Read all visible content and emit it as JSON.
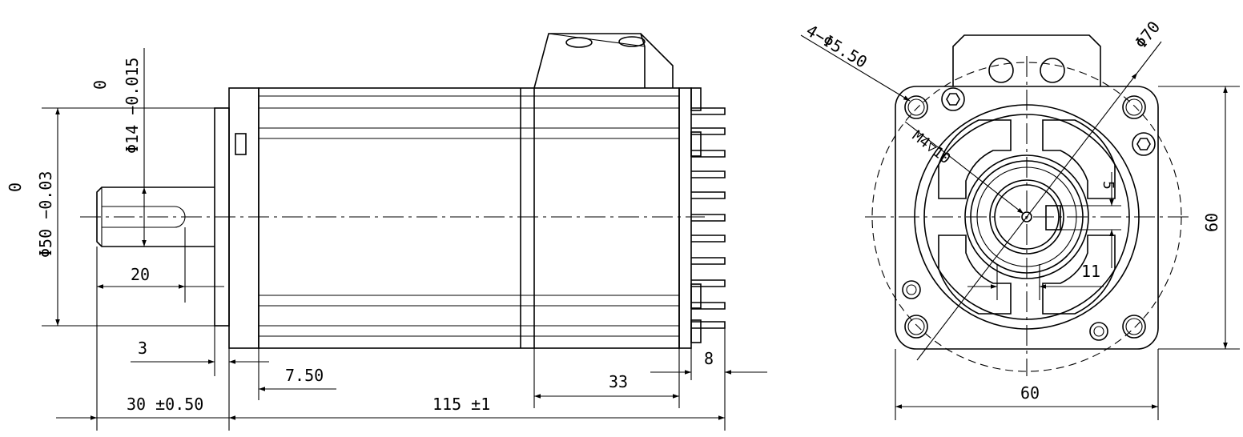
{
  "side_view": {
    "shaft_tolerance_upper": "0",
    "shaft_diameter": "Φ14 −0.015",
    "pilot_tolerance_upper": "0",
    "pilot_diameter": "Φ50 −0.03",
    "dim_keyway_length": "20",
    "dim_flange_step": "3",
    "dim_flange_thickness": "7.50",
    "dim_shaft_length": "30 ±0.50",
    "dim_body_length": "115 ±1",
    "dim_rear_section": "33",
    "dim_connector_depth": "8"
  },
  "front_view": {
    "mounting_holes": "4−Φ5.50",
    "bolt_circle": "Φ70",
    "thread": "M4▽10",
    "key_height": "5",
    "key_width": "11",
    "height": "60",
    "width": "60"
  }
}
